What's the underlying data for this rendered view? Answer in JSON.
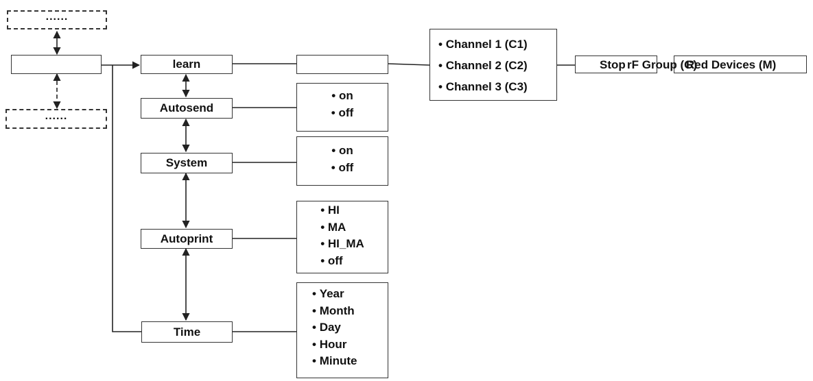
{
  "top_placeholder": "......",
  "bottom_placeholder": "......",
  "root_label": "",
  "menu": [
    {
      "id": "learn",
      "label": "learn"
    },
    {
      "id": "autosend",
      "label": "Autosend"
    },
    {
      "id": "system",
      "label": "System"
    },
    {
      "id": "autoprint",
      "label": "Autoprint"
    },
    {
      "id": "time",
      "label": "Time"
    }
  ],
  "learn_sub_label": "",
  "options": {
    "autosend": [
      "on",
      "off"
    ],
    "system": [
      "on",
      "off"
    ],
    "autoprint": [
      "HI",
      "MA",
      "HI_MA",
      "off"
    ],
    "time": [
      "Year",
      "Month",
      "Day",
      "Hour",
      "Minute"
    ]
  },
  "channels": [
    "Channel 1 (C1)",
    "Channel 2 (C2)",
    "Channel 3 (C3)"
  ],
  "overlapping_labels": [
    "Stop",
    "rF Group (G)",
    "Red Devices (M)"
  ]
}
